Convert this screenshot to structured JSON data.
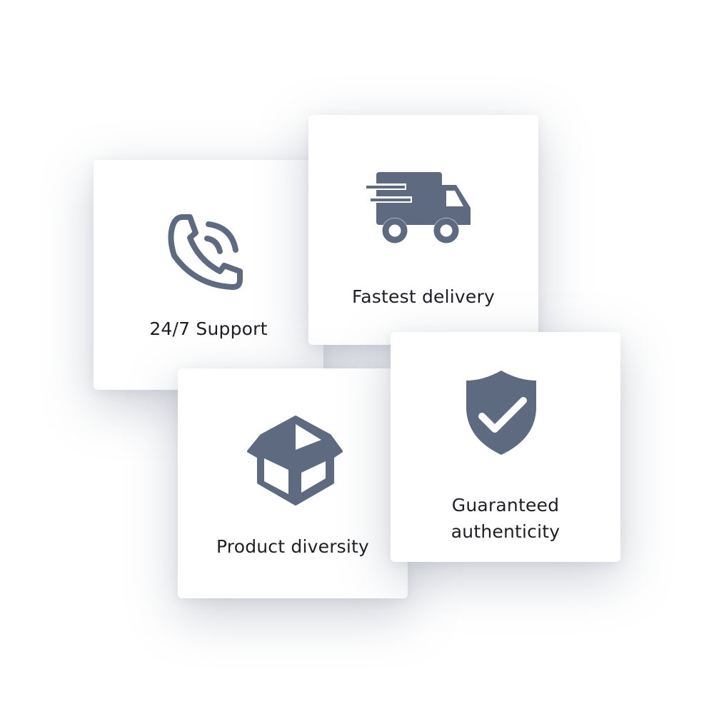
{
  "colors": {
    "icon": "#5e6a80",
    "text": "#1e1e24",
    "card": "#ffffff"
  },
  "features": [
    {
      "label": "24/7 Support",
      "icon": "phone-icon"
    },
    {
      "label": "Fastest delivery",
      "icon": "delivery-truck-icon"
    },
    {
      "label": "Product diversity",
      "icon": "open-box-icon"
    },
    {
      "label": "Guaranteed\nauthenticity",
      "icon": "shield-check-icon"
    }
  ]
}
